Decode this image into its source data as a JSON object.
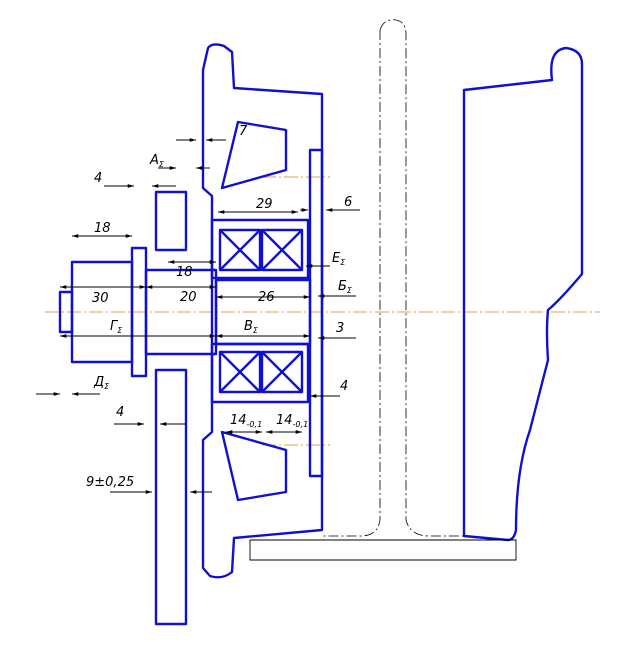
{
  "colors": {
    "outline": "#1010d0",
    "hatch": "#333333",
    "dimension": "#000000",
    "axis": "#e0a040"
  },
  "dimensions": {
    "d7": "7",
    "dA": "А",
    "dA_sub": "Σ",
    "d4_top": "4",
    "d29": "29",
    "d6": "6",
    "d18_left": "18",
    "dE": "Е",
    "dE_sub": "Σ",
    "d18_inner": "18",
    "d30": "30",
    "d20": "20",
    "d26": "26",
    "dB": "Б",
    "dB_sub": "Σ",
    "dG": "Г",
    "dG_sub": "Σ",
    "dV": "В",
    "dV_sub": "Σ",
    "d3": "3",
    "dD": "Д",
    "dD_sub": "Σ",
    "d4_right": "4",
    "d4_bottom": "4",
    "d14a": "14",
    "d14a_tol": "-0,1",
    "d14b": "14",
    "d14b_tol": "-0,1",
    "d9": "9±0,25"
  }
}
